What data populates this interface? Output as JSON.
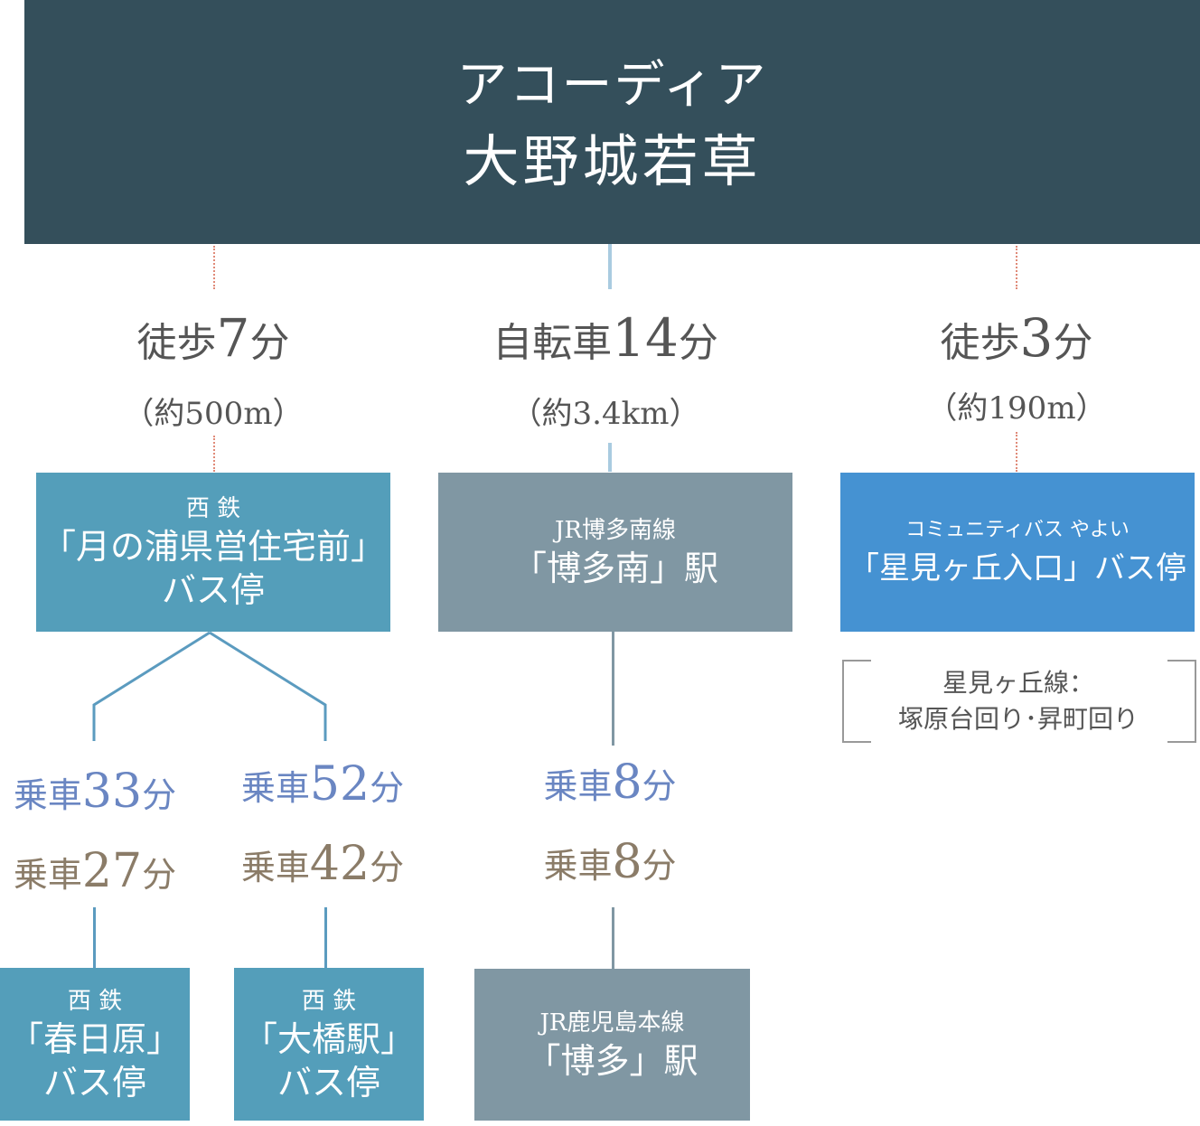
{
  "header": {
    "line1": "アコーディア",
    "line2": "大野城若草"
  },
  "routes": {
    "left": {
      "mode": "徒歩",
      "minutes": "7",
      "unit": "分",
      "distance": "（約500m）",
      "stop": {
        "operator": "西 鉄",
        "name": "「月の浦県営住宅前」",
        "type": "バス停"
      },
      "branches": [
        {
          "ride1_label": "乗車",
          "ride1_minutes": "33",
          "ride1_unit": "分",
          "ride2_label": "乗車",
          "ride2_minutes": "27",
          "ride2_unit": "分",
          "dest": {
            "operator": "西 鉄",
            "name": "「春日原」",
            "type": "バス停"
          }
        },
        {
          "ride1_label": "乗車",
          "ride1_minutes": "52",
          "ride1_unit": "分",
          "ride2_label": "乗車",
          "ride2_minutes": "42",
          "ride2_unit": "分",
          "dest": {
            "operator": "西 鉄",
            "name": "「大橋駅」",
            "type": "バス停"
          }
        }
      ]
    },
    "center": {
      "mode": "自転車",
      "minutes": "14",
      "unit": "分",
      "distance": "（約3.4km）",
      "stop": {
        "line": "JR博多南線",
        "name": "「博多南」駅"
      },
      "ride1_label": "乗車",
      "ride1_minutes": "8",
      "ride1_unit": "分",
      "ride2_label": "乗車",
      "ride2_minutes": "8",
      "ride2_unit": "分",
      "dest": {
        "line": "JR鹿児島本線",
        "name": "「博多」駅"
      }
    },
    "right": {
      "mode": "徒歩",
      "minutes": "3",
      "unit": "分",
      "distance": "（約190m）",
      "stop": {
        "operator": "コミュニティバス やよい",
        "name": "「星見ヶ丘入口」バス停"
      },
      "note_line1": "星見ヶ丘線：",
      "note_line2": "塚原台回り･昇町回り"
    }
  },
  "colors": {
    "header_bg": "#344f5b",
    "nishitetsu_box": "#549eba",
    "jr_box": "#8097a3",
    "community_box": "#4592d2",
    "ride_blue": "#6a86c2",
    "ride_brown": "#8b7c68",
    "walk_connector": "#e08a78",
    "bike_connector": "#a9cbe0"
  }
}
